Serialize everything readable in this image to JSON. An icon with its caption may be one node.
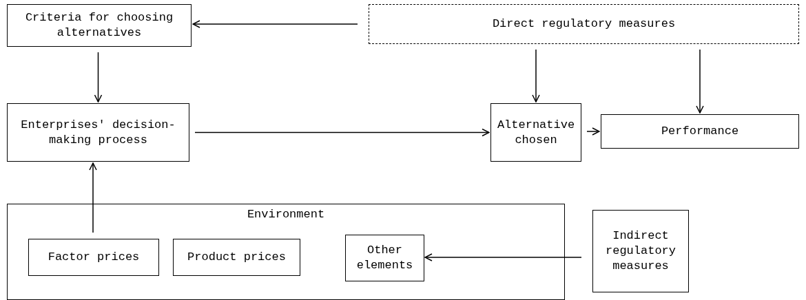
{
  "diagram": {
    "nodes": [
      {
        "text": [
          "Criteria for choosing alternatives"
        ]
      },
      {
        "text": [
          "Direct regulatory measures"
        ]
      },
      {
        "text": [
          "Enterprises' decision-making process"
        ]
      },
      {
        "text": [
          "Alternative chosen"
        ]
      },
      {
        "text": [
          "Performance"
        ]
      },
      {
        "text": [
          "Environment"
        ]
      },
      {
        "text": [
          "Factor prices"
        ],
        "in": 5
      },
      {
        "text": [
          "Product prices"
        ],
        "in": 5
      },
      {
        "text": [
          "Other elements"
        ],
        "in": 5
      },
      {
        "text": [
          "Indirect regulatory measures"
        ]
      }
    ],
    "edges": [
      {
        "from": 1,
        "to": 0,
        "arrow": "to"
      },
      {
        "from": 0,
        "to": 2,
        "arrow": "to"
      },
      {
        "from": 1,
        "to": 3,
        "arrow": "to"
      },
      {
        "from": 1,
        "to": 4,
        "arrow": "to"
      },
      {
        "from": 2,
        "to": 3,
        "arrow": "to"
      },
      {
        "from": 3,
        "to": 4,
        "arrow": "to"
      },
      {
        "from": 6,
        "to": 2,
        "arrow": "to"
      },
      {
        "from": 9,
        "to": 8,
        "arrow": "to"
      }
    ]
  }
}
